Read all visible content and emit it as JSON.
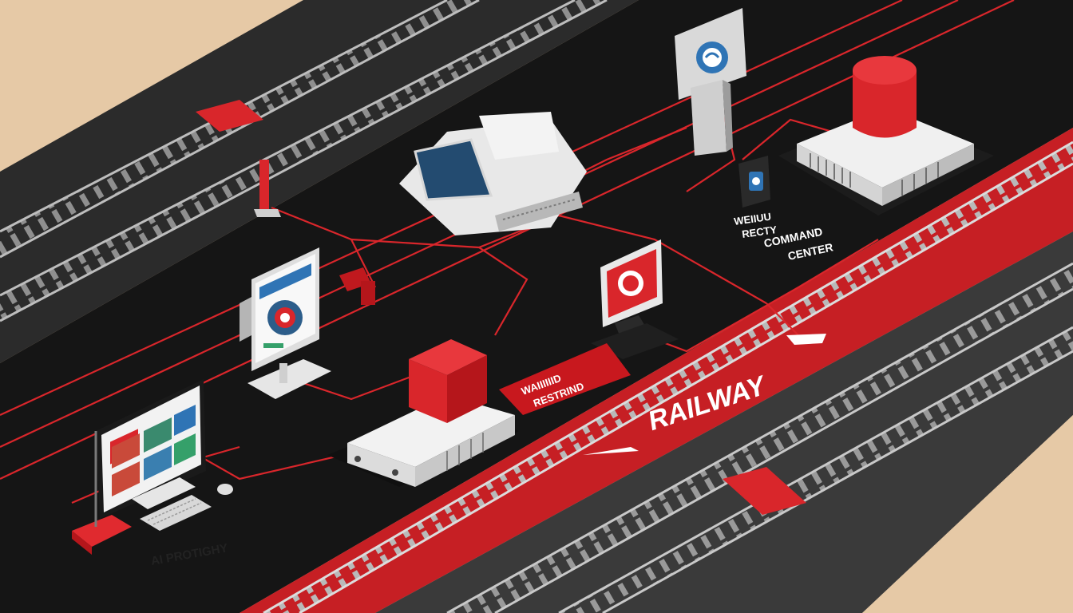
{
  "labels": {
    "railway": "RAILWAY",
    "command_center_line1": "COMMAND",
    "command_center_line2": "CENTER",
    "tower_label_line1": "WEIIUU",
    "tower_label_line2": "RECTY",
    "red_panel_line1": "WAIIIIIID",
    "red_panel_line2": "RESTRIND",
    "bottom_label": "AI PROTIGHY"
  },
  "colors": {
    "background": "#e6c9a6",
    "floor": "#151515",
    "track_gray": "#3a3a3a",
    "accent_red": "#d9262b",
    "device_white": "#ececec",
    "screen_blue": "#2c5d8a"
  },
  "icons": [
    "signal-icon",
    "monitor-icon",
    "server-icon",
    "camera-pod-icon",
    "alert-screen-icon",
    "control-box-icon",
    "sign-tower-icon",
    "beacon-dome-icon",
    "keyboard-icon",
    "mouse-icon"
  ]
}
